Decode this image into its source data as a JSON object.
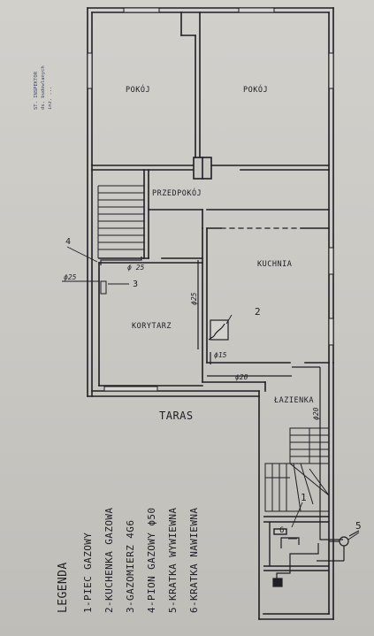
{
  "rooms": {
    "pokoj_left": "POKÓJ",
    "pokoj_right": "POKÓJ",
    "przedpokoj": "PRZEDPOKÓJ",
    "kuchnia": "KUCHNIA",
    "korytarz": "KORYTARZ",
    "lazienka": "ŁAZIENKA",
    "taras": "TARAS"
  },
  "dimensions": {
    "phi25_left": "ϕ25",
    "phi25_top": "ϕ 25",
    "phi25_vertical": "ϕ25",
    "phi15": "ϕ15",
    "phi20_h": "ϕ20",
    "phi20_v": "ϕ20"
  },
  "markers": {
    "m1": "1",
    "m2": "2",
    "m3": "3",
    "m4": "4",
    "m5": "5",
    "m6": "6"
  },
  "legend": {
    "title": "LEGENDA",
    "items": [
      "1-PIEC GAZOWY",
      "2-KUCHENKA GAZOWA",
      "3-GAZOMIERZ 4G6",
      "4-PION GAZOWY ϕ50",
      "5-KRATKA WYWIEWNA",
      "6-KRATKA NAWIEWNA"
    ]
  },
  "stamp": {
    "lines": [
      "ST. INSPEKTOR",
      "ds. budowlanych",
      "inż. ..."
    ]
  },
  "colors": {
    "ink": "#1e1e24",
    "wall_fill": "#1e1e24",
    "stamp": "#3d4a73",
    "paper": "#cac8c3"
  }
}
